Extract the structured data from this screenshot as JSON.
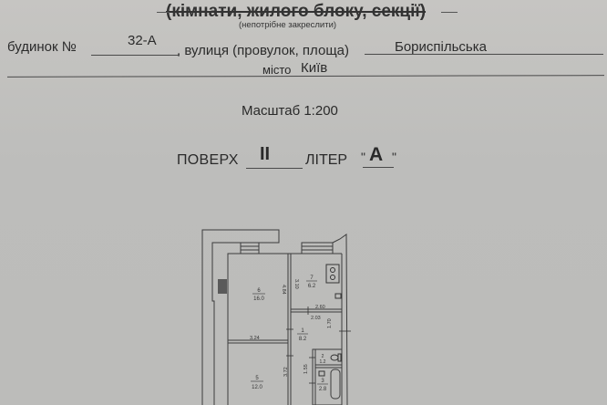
{
  "header": {
    "struck_title": "(кімнати, жилого блоку, секції)",
    "note": "(непотрібне закреслити)"
  },
  "address": {
    "house_label": "будинок №",
    "house_number": "32-А",
    "street_label": ", вулиця (провулок, площа)",
    "street_value": "Бориспільська",
    "city_label": "місто",
    "city_value": "Київ"
  },
  "scale": {
    "label": "Масштаб 1:200"
  },
  "floor": {
    "floor_label": "ПОВЕРХ",
    "floor_value": "II",
    "liter_label": "ЛІТЕР",
    "quote_open": "\"",
    "liter_value": "А",
    "quote_close": "\""
  },
  "plan": {
    "rooms": [
      {
        "number": "6",
        "area": "16.0"
      },
      {
        "number": "7",
        "area": "6.2"
      },
      {
        "number": "1",
        "area": "8.2"
      },
      {
        "number": "2",
        "area": "1.2"
      },
      {
        "number": "3",
        "area": "2.8"
      },
      {
        "number": "5",
        "area": "12.0"
      }
    ],
    "dimensions": {
      "d_3_10": "3.10",
      "d_4_84": "4.84",
      "d_2_60": "2.60",
      "d_2_03": "2.03",
      "d_3_24": "3.24",
      "d_1_70": "1.70",
      "d_3_72": "3.72",
      "d_1_55": "1.55"
    }
  }
}
